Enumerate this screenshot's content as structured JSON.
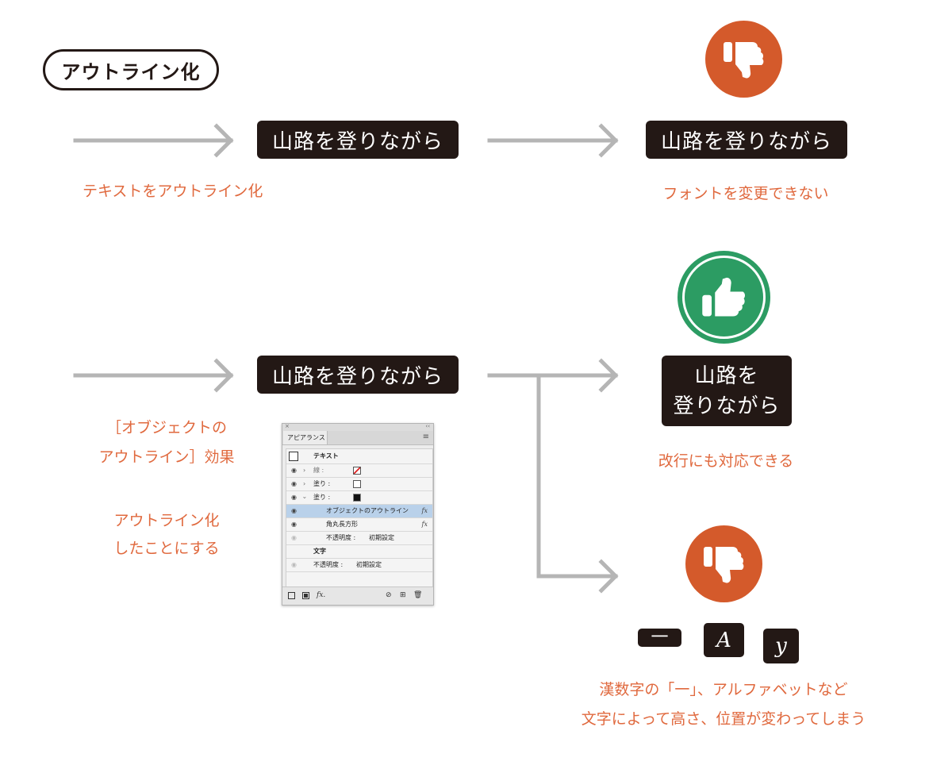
{
  "title": "アウトライン化",
  "row1": {
    "box_left": "山路を登りながら",
    "box_right": "山路を登りながら",
    "note_left": "テキストをアウトライン化",
    "note_right": "フォントを変更できない",
    "badge": "thumbs-down"
  },
  "row2": {
    "box_left": "山路を登りながら",
    "box_right_line1": "山路を",
    "box_right_line2": "登りながら",
    "note_effect_line1": "［オブジェクトの",
    "note_effect_line2": "アウトライン］効果",
    "note_outline_line1": "アウトライン化",
    "note_outline_line2": "したことにする",
    "note_right": "改行にも対応できる",
    "badge_top": "thumbs-up",
    "badge_bottom": "thumbs-down",
    "glyphs": [
      "一",
      "A",
      "y"
    ],
    "note_bottom_line1": "漢数字の「一」、アルファベットなど",
    "note_bottom_line2": "文字によって高さ、位置が変わってしまう"
  },
  "panel": {
    "top_close": "×",
    "top_collapse": "‹‹",
    "tab": "アピアランス",
    "rows": [
      {
        "label": "テキスト"
      },
      {
        "label": "線 :"
      },
      {
        "label": "塗り :"
      },
      {
        "label": "塗り :"
      },
      {
        "label": "オブジェクトのアウトライン",
        "fx": "fx"
      },
      {
        "label": "角丸長方形",
        "fx": "fx"
      },
      {
        "label": "不透明度 :",
        "value": "初期設定"
      },
      {
        "label": "文字"
      },
      {
        "label": "不透明度 :",
        "value": "初期設定"
      }
    ],
    "footer_fx": "fx."
  },
  "colors": {
    "dark": "#231815",
    "accent_orange": "#e0693e",
    "thumbs_down": "#d45a2b",
    "thumbs_up": "#2c9c63",
    "arrow": "#b5b5b5"
  }
}
